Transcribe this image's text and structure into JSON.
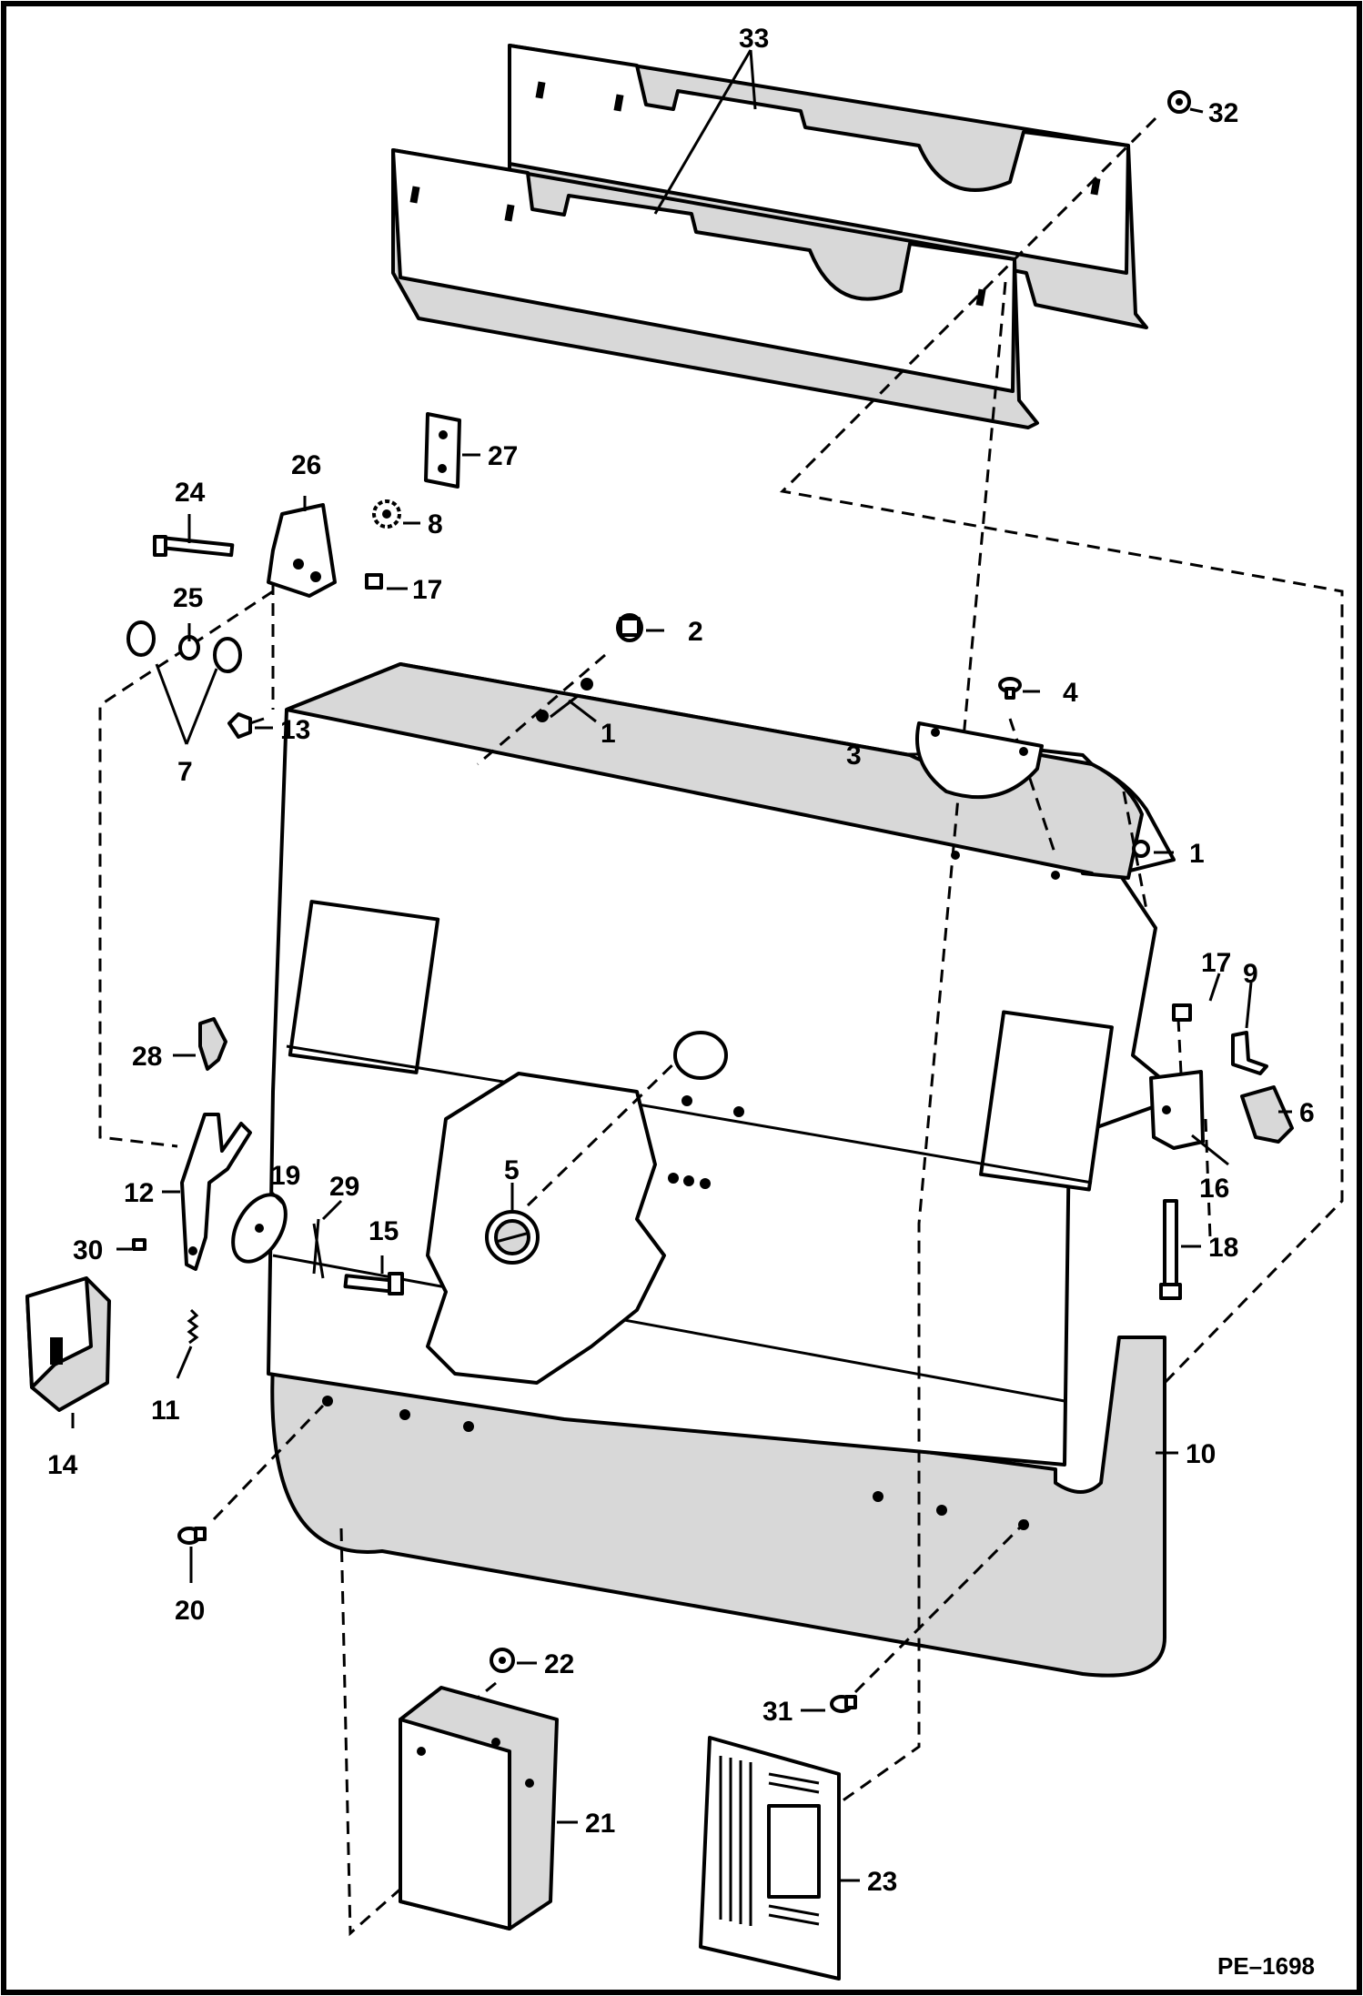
{
  "diagram": {
    "drawing_number": "PE–1698",
    "callouts": [
      "1",
      "1",
      "2",
      "3",
      "4",
      "5",
      "6",
      "7",
      "8",
      "9",
      "10",
      "11",
      "12",
      "13",
      "14",
      "15",
      "16",
      "17",
      "17",
      "18",
      "19",
      "20",
      "21",
      "22",
      "23",
      "24",
      "25",
      "26",
      "27",
      "28",
      "29",
      "30",
      "31",
      "32",
      "33"
    ]
  }
}
